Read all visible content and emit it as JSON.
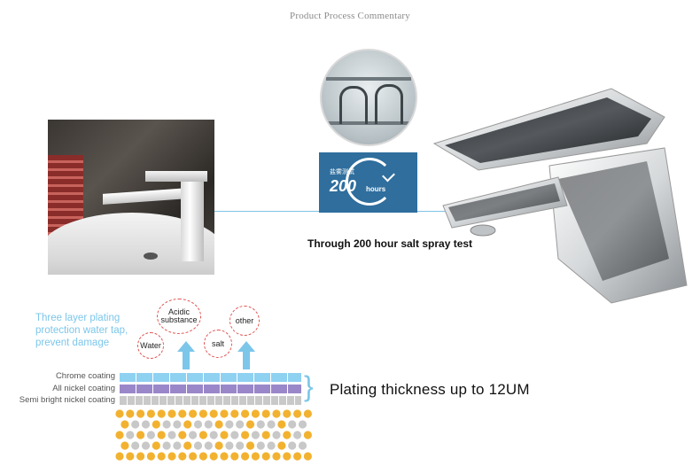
{
  "header": {
    "title": "Product Process Commentary"
  },
  "salt_test": {
    "badge_cn": "盐雾测试",
    "badge_number": "200",
    "badge_unit": "hours",
    "caption": "Through 200 hour salt spray test"
  },
  "protection": {
    "description": "Three layer plating protection water tap, prevent damage",
    "threats": [
      "Acidic substance",
      "other",
      "Water",
      "salt"
    ]
  },
  "layers": [
    {
      "label": "Chrome coating"
    },
    {
      "label": "All nickel coating"
    },
    {
      "label": "Semi bright nickel coating"
    }
  ],
  "thickness_note": "Plating thickness up to 12UM",
  "colors": {
    "accent_blue": "#7cc6ea",
    "badge_blue": "#2f6e9d",
    "chrome_layer": "#8fd1f1",
    "nickel_layer": "#9a87c9",
    "semi_layer": "#c9c9c9",
    "dot_gold": "#f2b230",
    "dot_grey": "#c8c8c8",
    "bubble_red": "#e0514f"
  }
}
